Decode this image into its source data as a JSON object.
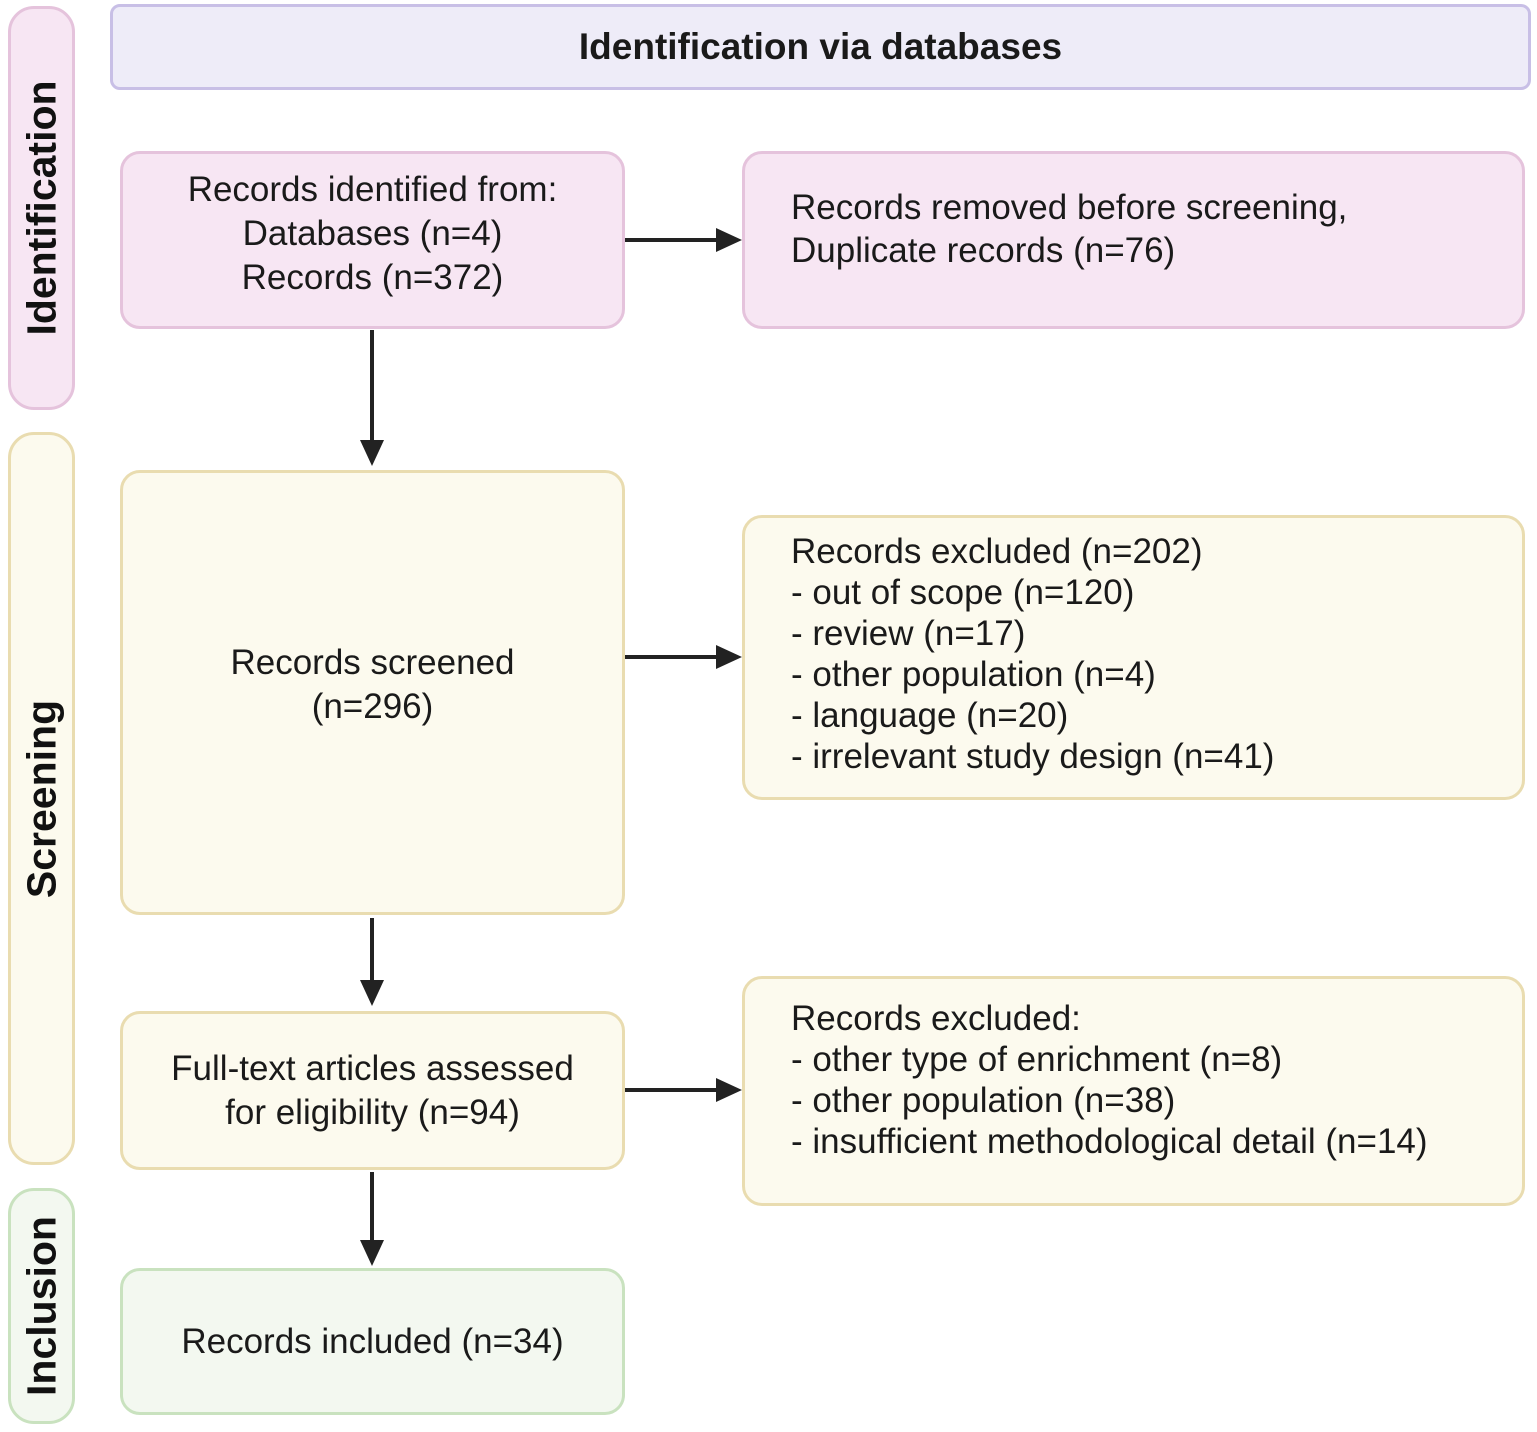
{
  "header": {
    "title": "Identification via databases"
  },
  "stages": {
    "identification": "Identification",
    "screening": "Screening",
    "inclusion": "Inclusion"
  },
  "boxes": {
    "records_identified": {
      "lines": [
        "Records identified from:",
        "Databases (n=4)",
        "Records (n=372)"
      ]
    },
    "records_removed": {
      "lines": [
        "Records removed  before screening,",
        "Duplicate records (n=76)"
      ]
    },
    "records_screened": {
      "lines": [
        "Records screened",
        "(n=296)"
      ]
    },
    "records_excluded_screening": {
      "lines": [
        "Records excluded (n=202)",
        "- out of scope (n=120)",
        "- review (n=17)",
        "- other population (n=4)",
        "- language (n=20)",
        "- irrelevant study design (n=41)"
      ]
    },
    "full_text_assessed": {
      "lines": [
        "Full-text articles assessed",
        "for eligibility (n=94)"
      ]
    },
    "records_excluded_fulltext": {
      "lines": [
        "Records excluded:",
        "- other type of enrichment (n=8)",
        "- other population (n=38)",
        "- insufficient methodological detail (n=14)"
      ]
    },
    "records_included": {
      "lines": [
        "Records included (n=34)"
      ]
    }
  }
}
